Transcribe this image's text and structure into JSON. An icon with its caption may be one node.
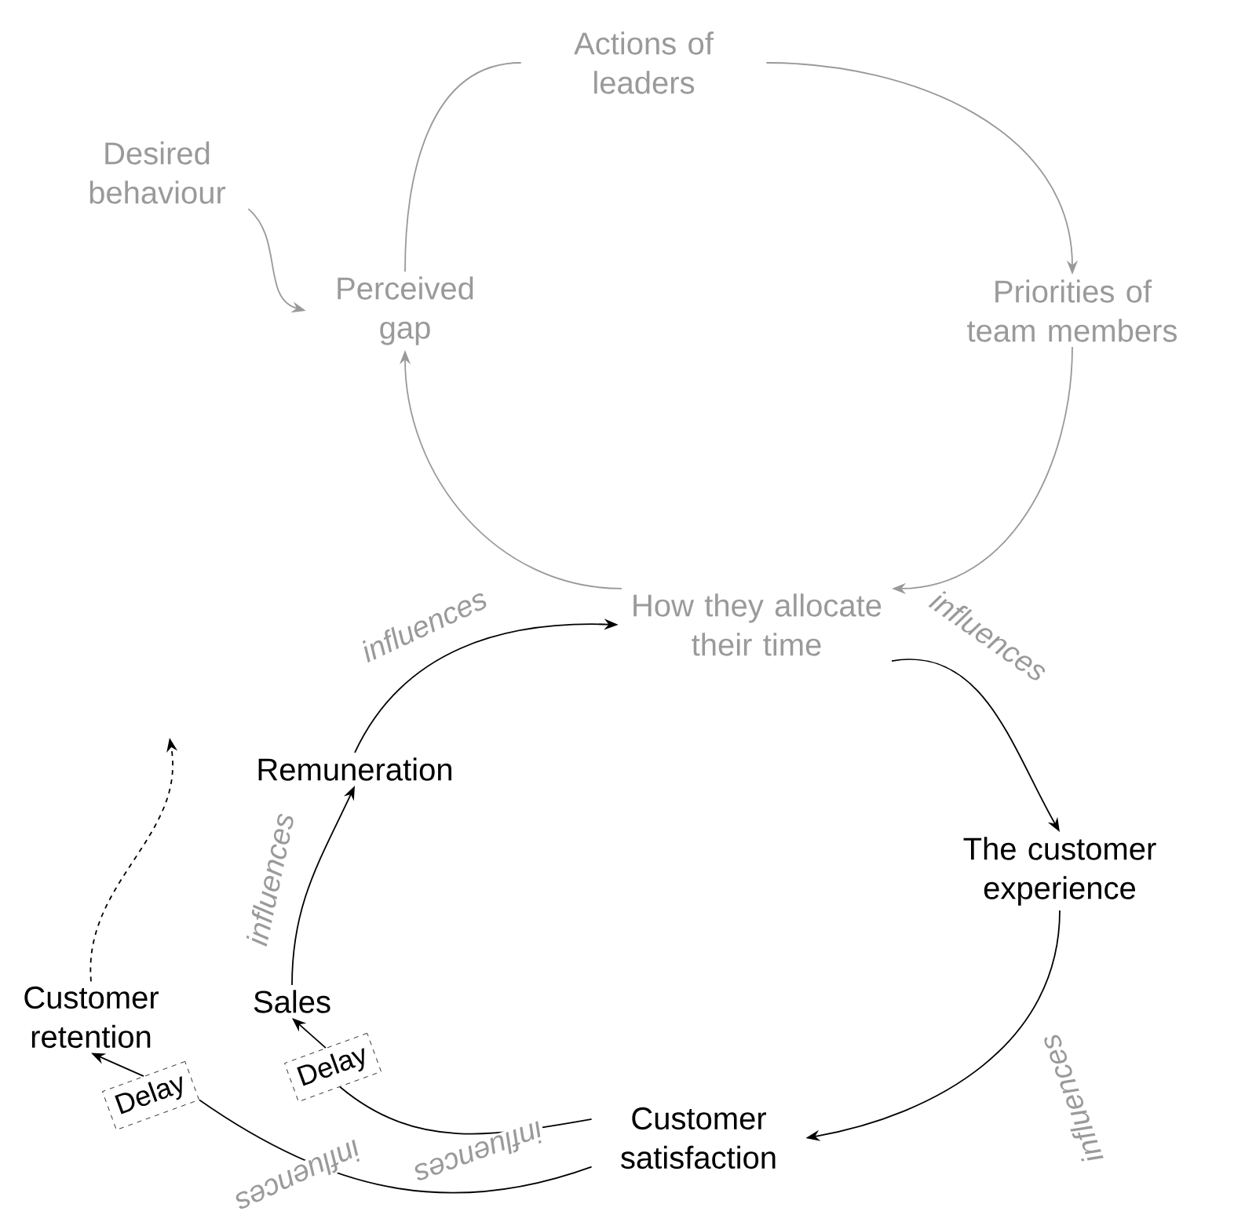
{
  "diagram": {
    "nodes": [
      {
        "text": [
          "Actions of leaders"
        ]
      },
      {
        "text": [
          "Desired behaviour"
        ]
      },
      {
        "text": [
          "Perceived gap"
        ]
      },
      {
        "text": [
          "Priorities of team members"
        ]
      },
      {
        "text": [
          "How they allocate their time"
        ]
      },
      {
        "text": [
          "Remuneration"
        ]
      },
      {
        "text": [
          "The customer experience"
        ]
      },
      {
        "text": [
          "Sales"
        ]
      },
      {
        "text": [
          "Customer retention"
        ]
      },
      {
        "text": [
          "Delay"
        ]
      },
      {
        "text": [
          "Delay"
        ]
      },
      {
        "text": [
          "Customer satisfaction"
        ]
      }
    ],
    "edges": [
      {
        "from": 1,
        "to": 2,
        "arrow": "to",
        "color": "#999999"
      },
      {
        "from": 2,
        "to": 0,
        "arrow": "none",
        "color": "#999999"
      },
      {
        "from": 0,
        "to": 3,
        "arrow": "to",
        "color": "#999999"
      },
      {
        "from": 3,
        "to": 4,
        "arrow": "to",
        "color": "#999999"
      },
      {
        "from": 4,
        "to": 2,
        "arrow": "to",
        "color": "#999999"
      },
      {
        "from": 5,
        "to": 4,
        "arrow": "to",
        "label": "influences"
      },
      {
        "from": 4,
        "to": 6,
        "arrow": "to",
        "label": "influences"
      },
      {
        "from": 6,
        "to": 11,
        "arrow": "to",
        "label": "influences"
      },
      {
        "from": 7,
        "to": 5,
        "arrow": "to",
        "label": "influences"
      },
      {
        "from": 11,
        "to": 10,
        "arrow": "none",
        "label": "influences"
      },
      {
        "from": 11,
        "to": 9,
        "arrow": "none",
        "label": "influences"
      },
      {
        "from": 10,
        "to": 7,
        "arrow": "to"
      },
      {
        "from": 9,
        "to": 8,
        "arrow": "to"
      },
      {
        "from": 8,
        "to": null,
        "arrow": "to",
        "style": "dashed"
      }
    ]
  }
}
